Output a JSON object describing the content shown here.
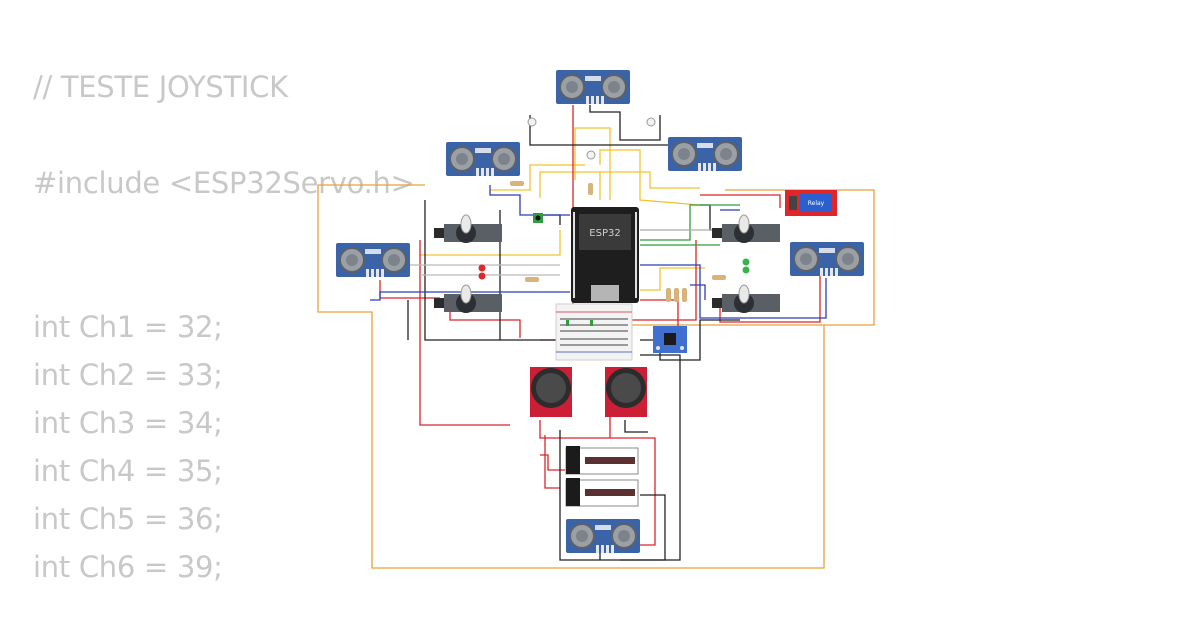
{
  "code": {
    "lines": [
      "// TESTE JOYSTICK",
      "#include <ESP32Servo.h>",
      "int Ch1 = 32;",
      "int Ch2 = 33;",
      "int Ch3 = 34;",
      "int Ch4 = 35;",
      "int Ch5 = 36;",
      "int Ch6 = 39;"
    ]
  },
  "board": {
    "label": "ESP32"
  },
  "relay": {
    "label": "Relay"
  },
  "colors": {
    "code_text": "#c8c8c8",
    "sonar_blue": "#3a63a8",
    "sonar_eye": "#9aa0a6",
    "board_black": "#1e1e1e",
    "relay_red": "#e0262a",
    "joystick_red": "#cc1f35",
    "imu_blue": "#3e6fd1",
    "wire_red": "#d9252a",
    "wire_yellow": "#f2c230",
    "wire_black": "#222222",
    "wire_blue": "#2a3fb5",
    "wire_orange": "#e8a23a",
    "wire_green": "#2e9e3e"
  },
  "icons": {
    "sonar": "ultrasonic-sensor-icon",
    "servo": "servo-motor-icon",
    "joystick": "joystick-icon",
    "slider": "slide-potentiometer-icon",
    "led": "led-icon",
    "resistor": "resistor-icon",
    "breadboard": "breadboard-icon",
    "relay": "relay-module-icon",
    "imu": "imu-module-icon"
  }
}
